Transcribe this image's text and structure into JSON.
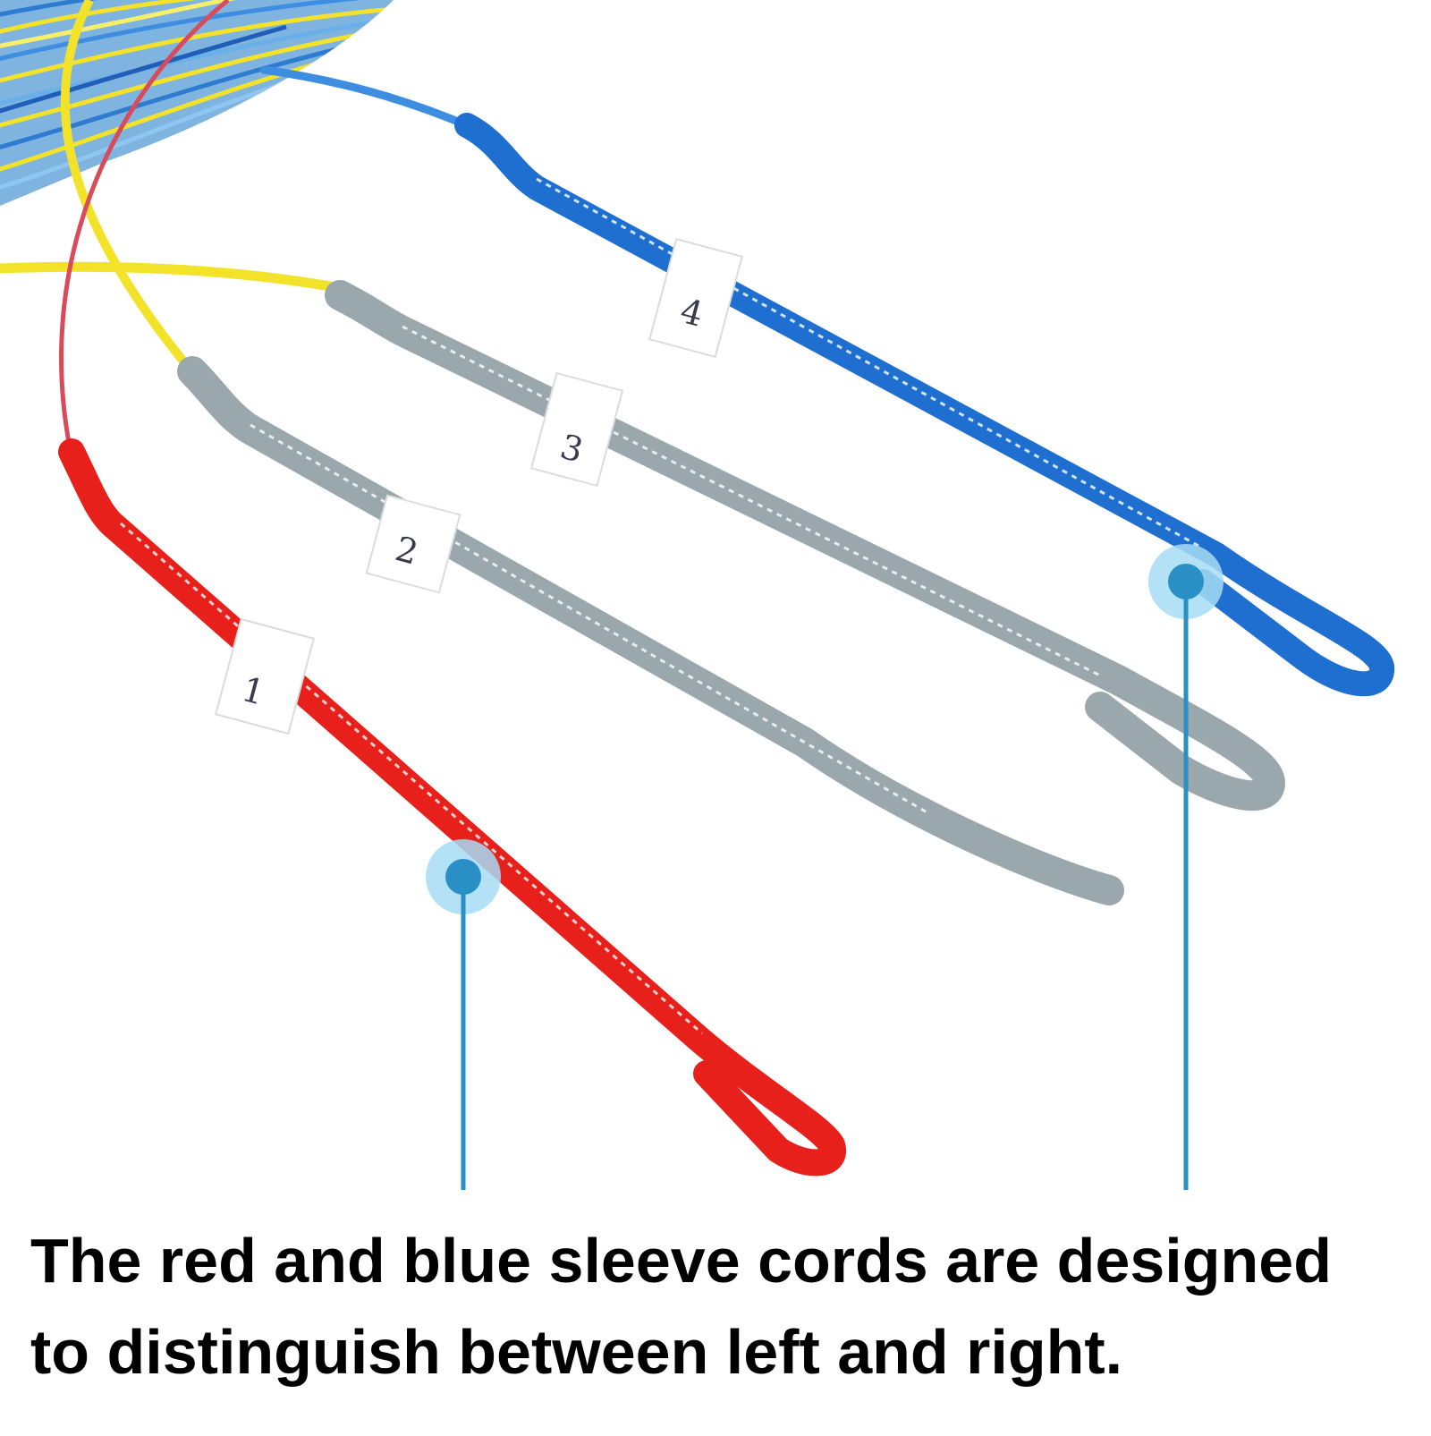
{
  "caption": {
    "line1": "The red and blue sleeve cords are designed",
    "line2": "to distinguish between left and right."
  },
  "cords": [
    {
      "id": "red",
      "label": "1",
      "color": "#e8201c"
    },
    {
      "id": "gray-2",
      "label": "2",
      "color": "#9aa7ad"
    },
    {
      "id": "gray-3",
      "label": "3",
      "color": "#9aa7ad"
    },
    {
      "id": "blue",
      "label": "4",
      "color": "#1f6fd1"
    }
  ],
  "colors": {
    "marker": "#2a8fc4",
    "marker_halo": "#a6ddf5",
    "yellow_line": "#f2e22a",
    "blue_line": "#3d8ee0",
    "red_line": "#d94a5a"
  }
}
